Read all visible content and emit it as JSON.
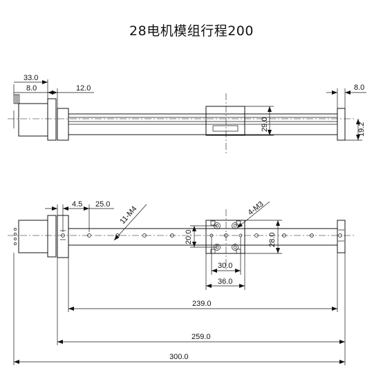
{
  "title": "28电机模组行程200",
  "dims": {
    "motor_len": "33.0",
    "flange": "8.0",
    "end_block_gap": "12.0",
    "end_right": "8.0",
    "height": "29.0",
    "center_height": "19.2",
    "first_hole": "4.5",
    "hole_pitch": "25.0",
    "holes": "11-M4",
    "slider_holes": "4-M3",
    "slider_hole_spacing_v": "20.0",
    "slider_width": "28.0",
    "slider_hole_spacing_h": "30.0",
    "slider_length": "36.0",
    "rail_len": "239.0",
    "inner_len": "259.0",
    "total_len": "300.0"
  }
}
